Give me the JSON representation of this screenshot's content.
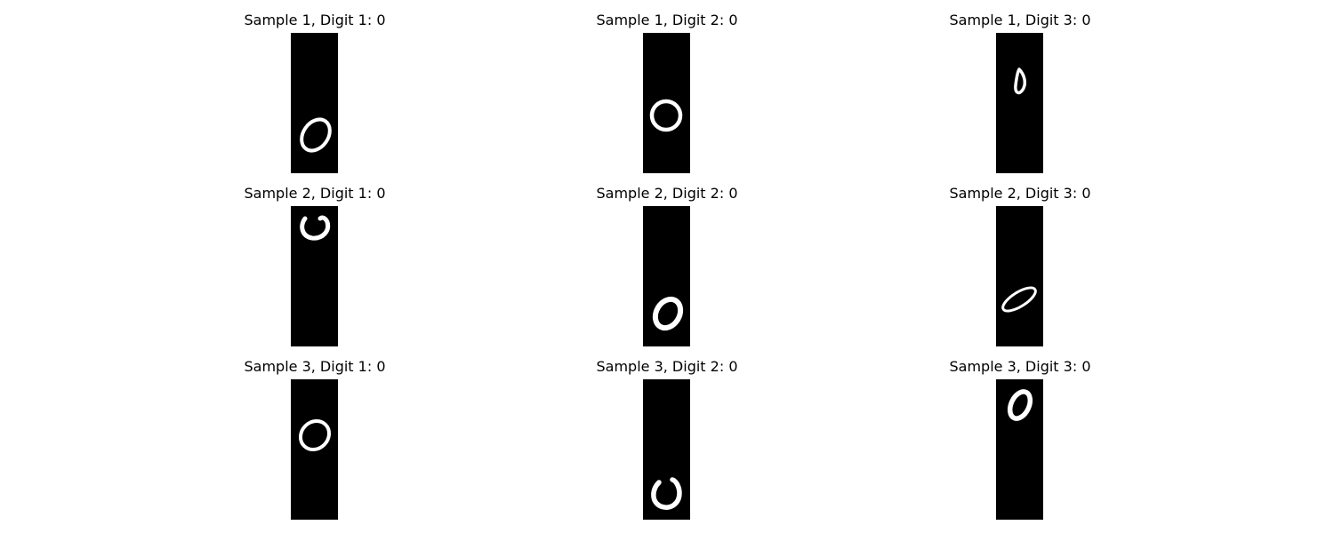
{
  "figure": {
    "background": "#ffffff",
    "image_background": "#000000",
    "stroke_color": "#ffffff",
    "panels": [
      {
        "title": "Sample 1, Digit 1: 0",
        "glyph": "zero-glyph"
      },
      {
        "title": "Sample 1, Digit 2: 0",
        "glyph": "zero-glyph"
      },
      {
        "title": "Sample 1, Digit 3: 0",
        "glyph": "zero-glyph"
      },
      {
        "title": "Sample 2, Digit 1: 0",
        "glyph": "zero-glyph"
      },
      {
        "title": "Sample 2, Digit 2: 0",
        "glyph": "zero-glyph"
      },
      {
        "title": "Sample 2, Digit 3: 0",
        "glyph": "zero-glyph"
      },
      {
        "title": "Sample 3, Digit 1: 0",
        "glyph": "zero-glyph"
      },
      {
        "title": "Sample 3, Digit 2: 0",
        "glyph": "zero-glyph"
      },
      {
        "title": "Sample 3, Digit 3: 0",
        "glyph": "zero-glyph"
      }
    ]
  }
}
